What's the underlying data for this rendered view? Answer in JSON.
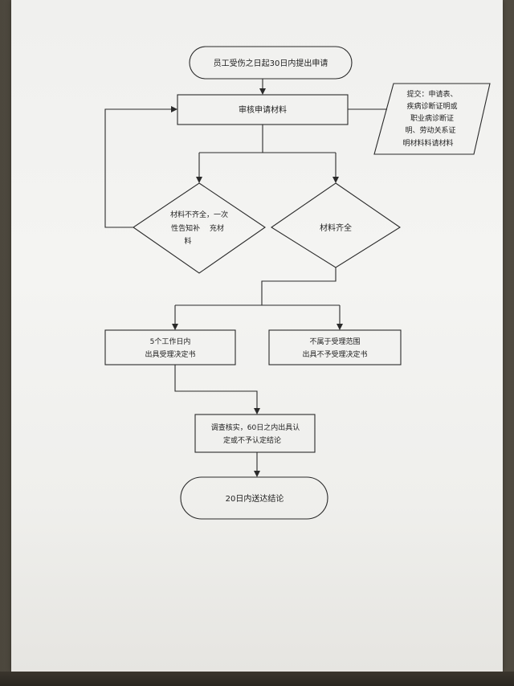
{
  "nodes": {
    "start": "员工受伤之日起30日内提出申请",
    "review": "审核申请材料",
    "submit": [
      "提交：申请表、",
      "疾病诊断证明或",
      "职业病诊断证",
      "明、劳动关系证",
      "明材料料请材料"
    ],
    "incomplete": [
      "材料不齐全，一次",
      "性告知补　 充材",
      "料"
    ],
    "complete": "材料齐全",
    "accept": [
      "5个工作日内",
      "出具受理决定书"
    ],
    "reject": [
      "不属于受理范围",
      "出具不予受理决定书"
    ],
    "investigate": [
      "调查核实，60日之内出具认",
      "定或不予认定结论"
    ],
    "end": "20日内送达结论"
  }
}
